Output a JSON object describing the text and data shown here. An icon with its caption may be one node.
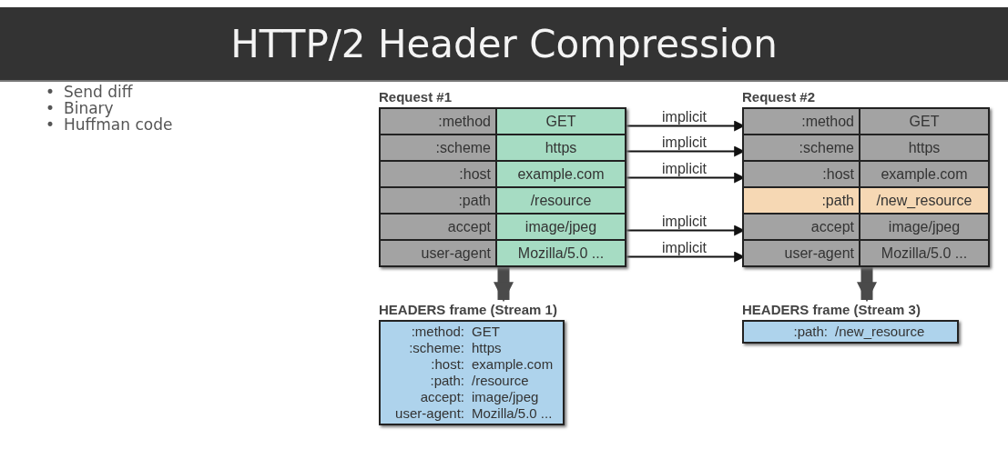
{
  "diagram": {
    "title": "HTTP/2 Header Compression",
    "nodes": [
      {
        "text": [
          "Request #1"
        ]
      },
      {
        "text": [
          ":method",
          "GET"
        ],
        "in": 0
      },
      {
        "text": [
          ":scheme",
          "https"
        ],
        "in": 0
      },
      {
        "text": [
          ":host",
          "example.com"
        ],
        "in": 0
      },
      {
        "text": [
          ":path",
          "/resource"
        ],
        "in": 0
      },
      {
        "text": [
          "accept",
          "image/jpeg"
        ],
        "in": 0
      },
      {
        "text": [
          "user-agent",
          "Mozilla/5.0 ..."
        ],
        "in": 0
      },
      {
        "text": [
          "Request #2"
        ]
      },
      {
        "text": [
          ":method",
          "GET"
        ],
        "in": 7
      },
      {
        "text": [
          ":scheme",
          "https"
        ],
        "in": 7
      },
      {
        "text": [
          ":host",
          "example.com"
        ],
        "in": 7
      },
      {
        "text": [
          ":path",
          "/new_resource"
        ],
        "in": 7
      },
      {
        "text": [
          "accept",
          "image/jpeg"
        ],
        "in": 7
      },
      {
        "text": [
          "user-agent",
          "Mozilla/5.0 ..."
        ],
        "in": 7
      },
      {
        "text": [
          "HEADERS frame (Stream 1)",
          ":method:",
          "GET",
          ":scheme:",
          "https",
          ":host:",
          "example.com",
          ":path:",
          "/resource",
          "accept:",
          "image/jpeg",
          "user-agent:",
          "Mozilla/5.0 ..."
        ]
      },
      {
        "text": [
          "HEADERS frame (Stream 3)",
          ":path:",
          "/new_resource"
        ]
      }
    ],
    "edges": [
      {
        "from": 1,
        "to": 8,
        "arrow": "to",
        "label": "implicit"
      },
      {
        "from": 2,
        "to": 9,
        "arrow": "to",
        "label": "implicit"
      },
      {
        "from": 3,
        "to": 10,
        "arrow": "to",
        "label": "implicit"
      },
      {
        "from": 5,
        "to": 12,
        "arrow": "to",
        "label": "implicit"
      },
      {
        "from": 6,
        "to": 13,
        "arrow": "to",
        "label": "implicit"
      },
      {
        "from": 0,
        "to": 14,
        "arrow": "to",
        "style": "thick",
        "color": "#4a4a4a"
      },
      {
        "from": 7,
        "to": 15,
        "arrow": "to",
        "style": "thick",
        "color": "#4a4a4a"
      }
    ],
    "labels": [
      "•",
      "Send diff",
      "•",
      "Binary",
      "•",
      "Huffman code"
    ]
  }
}
